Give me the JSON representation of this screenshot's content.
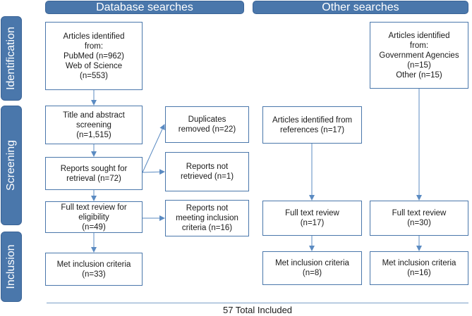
{
  "headers": {
    "database": "Database searches",
    "other": "Other searches"
  },
  "stages": {
    "identification": "Identification",
    "screening": "Screening",
    "inclusion": "Inclusion"
  },
  "boxes": {
    "db_identified": "Articles identified\nfrom:\nPubMed (n=962)\nWeb of Science\n(n=553)",
    "title_abstract": "Title and abstract\nscreening\n(n=1,515)",
    "sought_retrieval": "Reports sought for\nretrieval (n=72)",
    "full_text_db": "Full text review for\neligibility\n(n=49)",
    "met_db": "Met inclusion criteria\n(n=33)",
    "duplicates": "Duplicates\nremoved (n=22)",
    "not_retrieved": "Reports not\nretrieved (n=1)",
    "not_meeting": "Reports not\nmeeting inclusion\ncriteria (n=16)",
    "refs_identified": "Articles identified from\nreferences (n=17)",
    "full_text_refs": "Full text review\n(n=17)",
    "met_refs": "Met inclusion criteria\n(n=8)",
    "gov_identified": "Articles identified\nfrom:\nGovernment Agencies\n(n=15)\nOther (n=15)",
    "full_text_gov": "Full text review\n(n=30)",
    "met_gov": "Met inclusion criteria\n(n=16)"
  },
  "total": "57 Total Included",
  "colors": {
    "accent": "#4a77ab",
    "arrow": "#5b8bc2"
  }
}
